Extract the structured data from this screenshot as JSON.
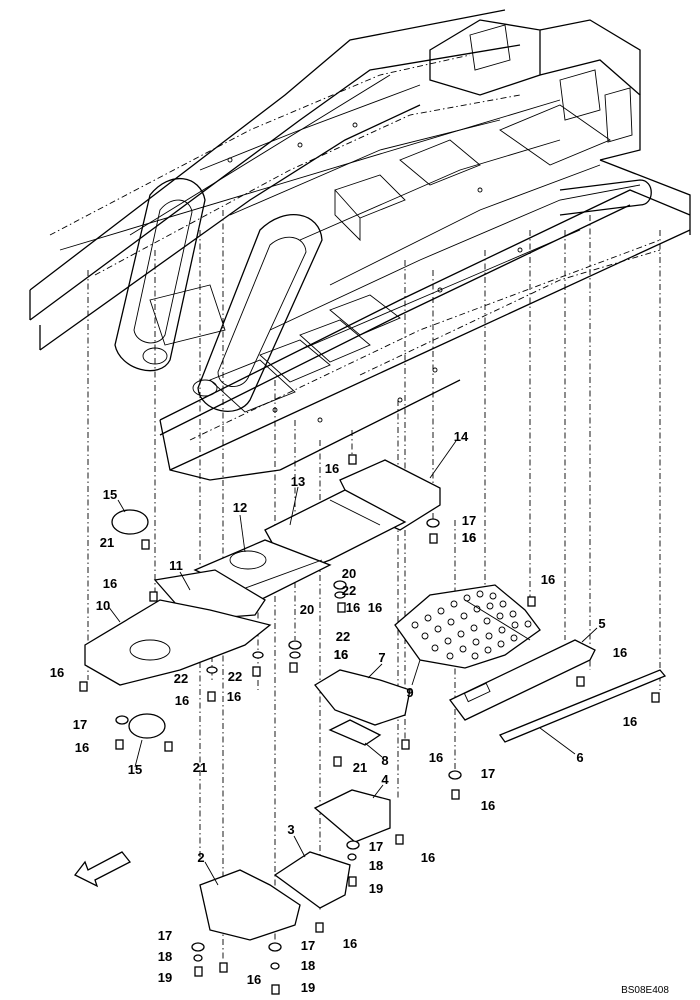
{
  "drawing_code": "BS08E408",
  "callouts": {
    "c1": "2",
    "c2": "3",
    "c3": "4",
    "c4": "5",
    "c5": "6",
    "c6": "7",
    "c7": "8",
    "c8": "9",
    "c9": "10",
    "c10": "11",
    "c11": "12",
    "c12": "13",
    "c13": "14",
    "c14": "15",
    "c15": "15",
    "c16": "16",
    "c17": "16",
    "c18": "16",
    "c19": "16",
    "c20": "16",
    "c21": "16",
    "c22": "16",
    "c23": "16",
    "c24": "16",
    "c25": "16",
    "c26": "16",
    "c27": "16",
    "c28": "16",
    "c29": "16",
    "c30": "16",
    "c31": "16",
    "c32": "16",
    "c33": "16",
    "c34": "16",
    "c35": "16",
    "c36": "17",
    "c37": "17",
    "c38": "17",
    "c39": "17",
    "c40": "17",
    "c41": "17",
    "c42": "18",
    "c43": "18",
    "c44": "18",
    "c45": "19",
    "c46": "19",
    "c47": "19",
    "c48": "20",
    "c49": "20",
    "c50": "21",
    "c51": "21",
    "c52": "21",
    "c53": "22",
    "c54": "22",
    "c55": "22",
    "c56": "22"
  }
}
